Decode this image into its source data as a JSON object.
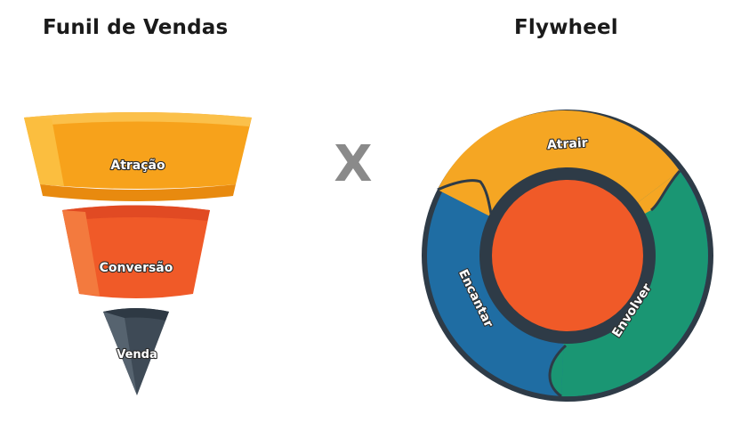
{
  "funnel": {
    "title": "Funil de Vendas",
    "stages": [
      {
        "label": "Atração",
        "color": "#F7A21B"
      },
      {
        "label": "Conversão",
        "color": "#F05A28"
      },
      {
        "label": "Venda",
        "color": "#3E4A56"
      }
    ]
  },
  "separator": "X",
  "flywheel": {
    "title": "Flywheel",
    "segments": [
      {
        "label": "Atrair",
        "color": "#F5A623"
      },
      {
        "label": "Envolver",
        "color": "#1A9673"
      },
      {
        "label": "Encantar",
        "color": "#1F6DA3"
      }
    ],
    "hub_color": "#F05A28",
    "ring_color": "#2E3B47"
  }
}
